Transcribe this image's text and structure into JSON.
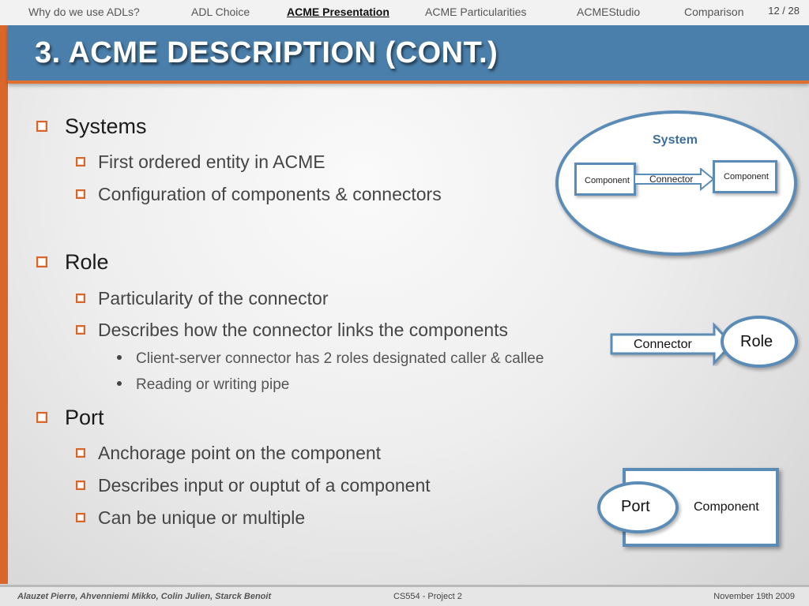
{
  "nav": {
    "items": [
      {
        "label": "Why do we use ADLs?",
        "active": false
      },
      {
        "label": "ADL Choice",
        "active": false
      },
      {
        "label": "ACME Presentation",
        "active": true
      },
      {
        "label": "ACME Particularities",
        "active": false
      },
      {
        "label": "ACMEStudio",
        "active": false
      },
      {
        "label": "Comparison",
        "active": false
      }
    ],
    "page_count": "12 / 28"
  },
  "title": "3. ACME DESCRIPTION (CONT.)",
  "content": {
    "systems": {
      "heading": "Systems",
      "items": [
        "First ordered entity in ACME",
        "Configuration of components & connectors"
      ]
    },
    "role": {
      "heading": "Role",
      "items": [
        "Particularity of the connector",
        "Describes how the connector links the components"
      ],
      "subitems": [
        "Client-server connector has 2 roles designated caller & callee",
        "Reading or writing pipe"
      ]
    },
    "port": {
      "heading": "Port",
      "items": [
        "Anchorage point on the component",
        "Describes input or ouptut of a component",
        "Can be unique or multiple"
      ]
    }
  },
  "diagrams": {
    "system": {
      "title": "System",
      "component_left": "Component",
      "component_right": "Component",
      "connector": "Connector"
    },
    "role": {
      "connector": "Connector",
      "role": "Role"
    },
    "port": {
      "port": "Port",
      "component": "Component"
    }
  },
  "footer": {
    "authors": "Alauzet Pierre, Ahvenniemi Mikko, Colin Julien, Starck Benoit",
    "course": "CS554 - Project 2",
    "date": "November 19th 2009"
  },
  "colors": {
    "title_bar": "#4a7fab",
    "accent_orange": "#d9662a",
    "diagram_border": "#5b8cb7"
  }
}
